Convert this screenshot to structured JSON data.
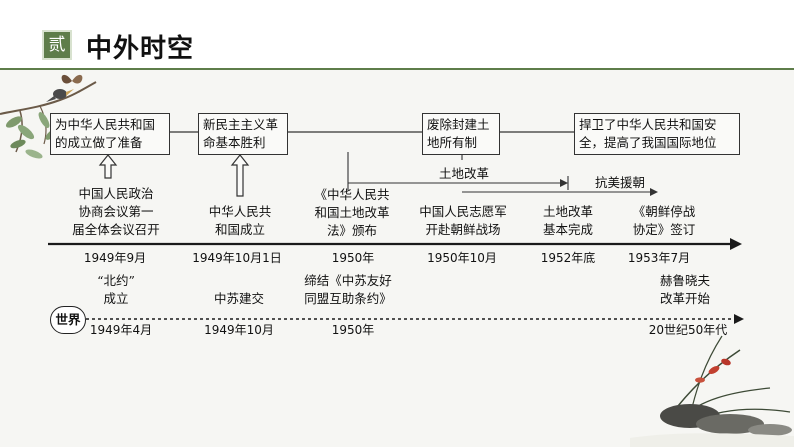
{
  "header": {
    "badge_text": "贰",
    "title": "中外时空"
  },
  "colors": {
    "accent": "#5e7d4a",
    "line": "#222222",
    "box_bg": "#fafaf8"
  },
  "china_timeline": {
    "boxes": [
      {
        "id": "box-1",
        "lines": [
          "为中华人民共和国",
          "的成立做了准备"
        ]
      },
      {
        "id": "box-2",
        "lines": [
          "新民主主义革",
          "命基本胜利"
        ]
      },
      {
        "id": "box-3",
        "lines": [
          "废除封建土",
          "地所有制"
        ]
      },
      {
        "id": "box-4",
        "lines": [
          "捍卫了中华人民共和国安",
          "全，提高了我国国际地位"
        ]
      }
    ],
    "ranges": [
      {
        "label": "土地改革"
      },
      {
        "label": "抗美援朝"
      }
    ],
    "events": [
      {
        "lines": [
          "中国人民政治",
          "协商会议第一",
          "届全体会议召开"
        ],
        "date": "1949年9月"
      },
      {
        "lines": [
          "中华人民共",
          "和国成立"
        ],
        "date": "1949年10月1日"
      },
      {
        "lines": [
          "《中华人民共",
          "和国土地改革",
          "法》颁布"
        ],
        "date": "1950年"
      },
      {
        "lines": [
          "中国人民志愿军",
          "开赴朝鲜战场"
        ],
        "date": "1950年10月"
      },
      {
        "lines": [
          "土地改革",
          "基本完成"
        ],
        "date": "1952年底"
      },
      {
        "lines": [
          "《朝鲜停战",
          "协定》签订"
        ],
        "date": "1953年7月"
      }
    ]
  },
  "world_timeline": {
    "label": "世界",
    "events": [
      {
        "lines": [
          "“北约”",
          "成立"
        ],
        "date": "1949年4月"
      },
      {
        "lines": [
          "中苏建交"
        ],
        "date": "1949年10月"
      },
      {
        "lines": [
          "缔结《中苏友好",
          "同盟互助条约》"
        ],
        "date": "1950年"
      },
      {
        "lines": [
          "赫鲁晓夫",
          "改革开始"
        ],
        "date": "20世纪50年代"
      }
    ]
  }
}
